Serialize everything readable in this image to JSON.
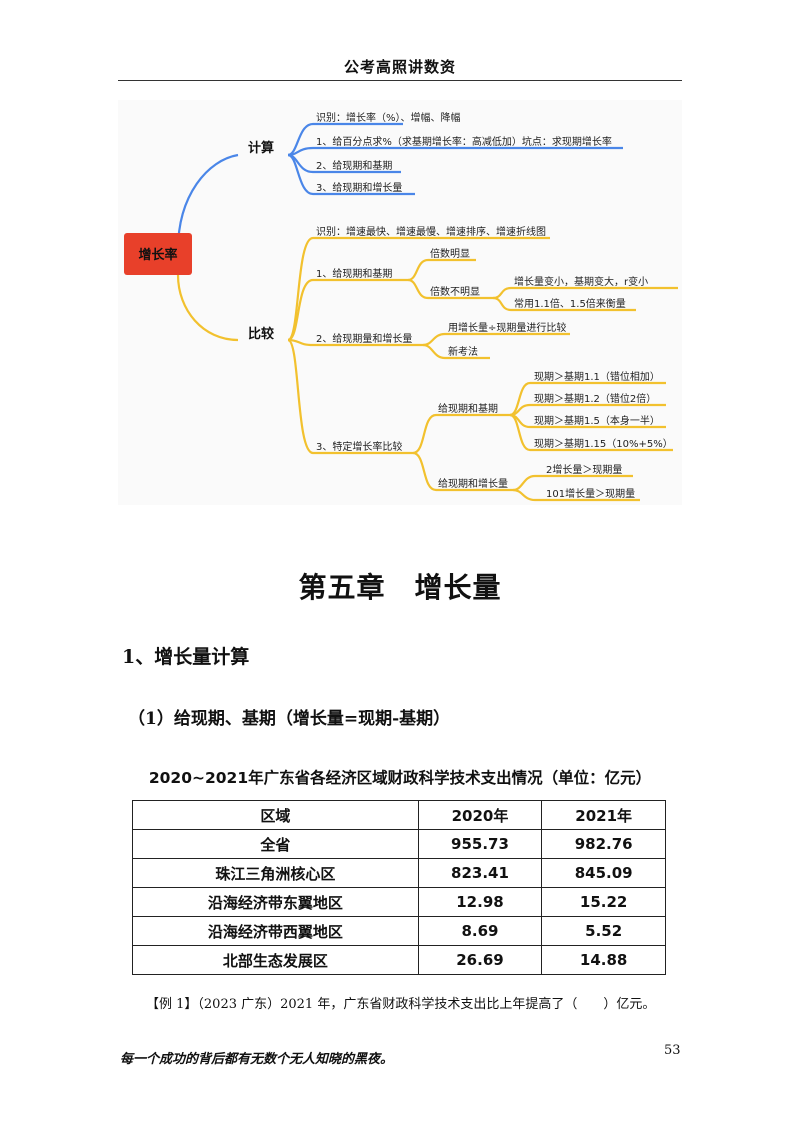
{
  "header": {
    "title": "公考高照讲数资"
  },
  "mindmap": {
    "root": "增长率",
    "calc": {
      "label": "计算",
      "items": [
        "识别：增长率（%）、增幅、降幅",
        "1、给百分点求%（求基期增长率：高减低加）坑点：求现期增长率",
        "2、给现期和基期",
        "3、给现期和增长量"
      ]
    },
    "compare": {
      "label": "比较",
      "identify": "识别：增速最快、增速最慢、增速排序、增速折线图",
      "b1": {
        "label": "1、给现期和基期",
        "double": "倍数明显",
        "notdouble": "倍数不明显",
        "nd_items": [
          "增长量变小，基期变大，r变小",
          "常用1.1倍、1.5倍来衡量"
        ]
      },
      "b2": {
        "label": "2、给现期量和增长量",
        "items": [
          "用增长量÷现期量进行比较",
          "新考法"
        ]
      },
      "b3": {
        "label": "3、特定增长率比较",
        "g1": {
          "label": "给现期和基期",
          "items": [
            "现期＞基期1.1（错位相加）",
            "现期＞基期1.2（错位2倍）",
            "现期＞基期1.5（本身一半）",
            "现期＞基期1.15（10%+5%）"
          ]
        },
        "g2": {
          "label": "给现期和增长量",
          "items": [
            "2增长量＞现期量",
            "101增长量＞现期量"
          ]
        }
      }
    },
    "colors": {
      "root_fill": "#e8402a",
      "calc_branch": "#4a86e8",
      "compare_branch": "#f2c12e"
    }
  },
  "chapter": {
    "title": "第五章　增长量"
  },
  "section": {
    "title": "1、增长量计算"
  },
  "subsection": {
    "title": "（1）给现期、基期（增长量=现期-基期）"
  },
  "table": {
    "title": "2020~2021年广东省各经济区域财政科学技术支出情况（单位：亿元）",
    "headers": [
      "区域",
      "2020年",
      "2021年"
    ],
    "rows": [
      [
        "全省",
        "955.73",
        "982.76"
      ],
      [
        "珠江三角洲核心区",
        "823.41",
        "845.09"
      ],
      [
        "沿海经济带东翼地区",
        "12.98",
        "15.22"
      ],
      [
        "沿海经济带西翼地区",
        "8.69",
        "5.52"
      ],
      [
        "北部生态发展区",
        "26.69",
        "14.88"
      ]
    ]
  },
  "example": {
    "text": "【例 1】（2023 广东）2021 年，广东省财政科学技术支出比上年提高了（　　）亿元。"
  },
  "footer": {
    "quote": "每一个成功的背后都有无数个无人知晓的黑夜。",
    "page": "53"
  }
}
